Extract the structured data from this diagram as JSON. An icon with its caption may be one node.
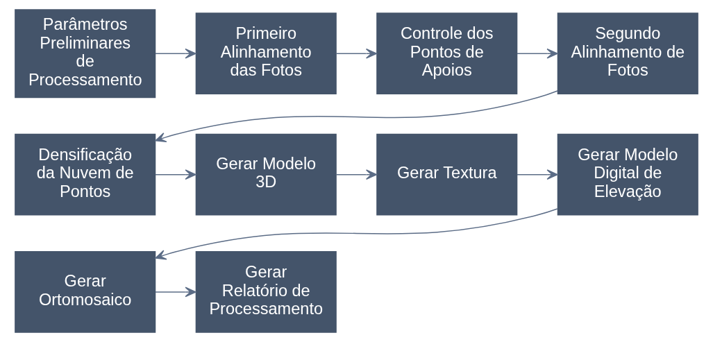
{
  "diagram": {
    "nodes": [
      {
        "text": [
          "Parâmetros Preliminares de Processamento"
        ]
      },
      {
        "text": [
          "Primeiro Alinhamento das Fotos"
        ]
      },
      {
        "text": [
          "Controle dos Pontos de Apoios"
        ]
      },
      {
        "text": [
          "Segundo Alinhamento de Fotos"
        ]
      },
      {
        "text": [
          "Densificação da Nuvem de Pontos"
        ]
      },
      {
        "text": [
          "Gerar Modelo 3D"
        ]
      },
      {
        "text": [
          "Gerar Textura"
        ]
      },
      {
        "text": [
          "Gerar Modelo Digital de Elevação"
        ]
      },
      {
        "text": [
          "Gerar Ortomosaico"
        ]
      },
      {
        "text": [
          "Gerar Relatório de Processamento"
        ]
      }
    ],
    "edges": [
      {
        "from": 0,
        "to": 1,
        "arrow": "to"
      },
      {
        "from": 1,
        "to": 2,
        "arrow": "to"
      },
      {
        "from": 2,
        "to": 3,
        "arrow": "to"
      },
      {
        "from": 3,
        "to": 4,
        "arrow": "to"
      },
      {
        "from": 4,
        "to": 5,
        "arrow": "to"
      },
      {
        "from": 5,
        "to": 6,
        "arrow": "to"
      },
      {
        "from": 6,
        "to": 7,
        "arrow": "to"
      },
      {
        "from": 7,
        "to": 8,
        "arrow": "to"
      },
      {
        "from": 8,
        "to": 9,
        "arrow": "to"
      }
    ]
  }
}
